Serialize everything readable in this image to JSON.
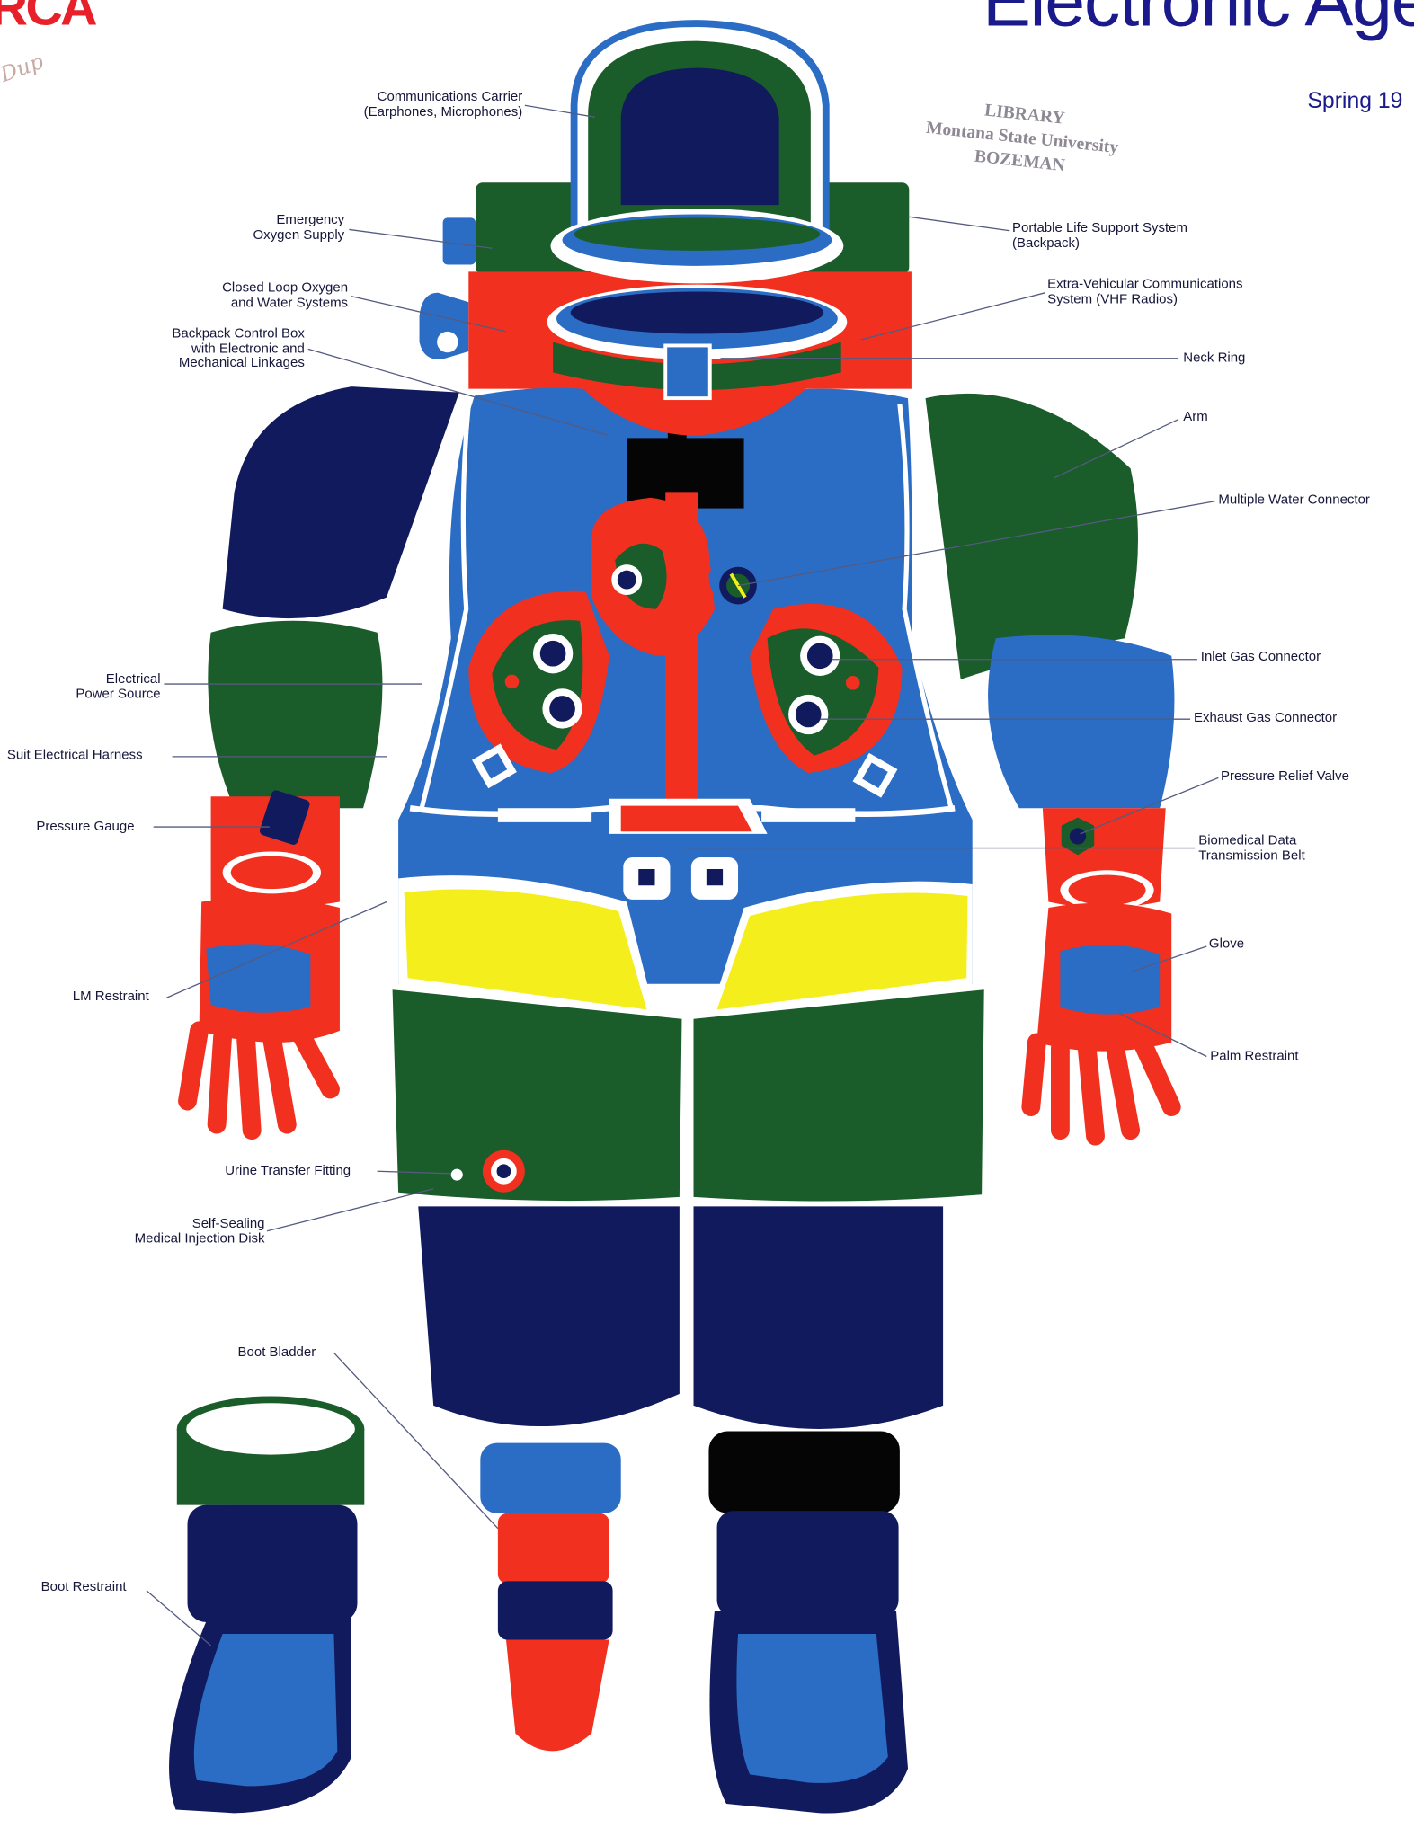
{
  "header": {
    "logo": "RCA",
    "magazine_title": "Electronic Age",
    "issue": "Spring 19"
  },
  "stamp": {
    "line1": "LIBRARY",
    "line2": "Montana State University",
    "line3": "BOZEMAN"
  },
  "scribble": "Dup",
  "labels": {
    "communications_carrier": [
      "Communications Carrier",
      "(Earphones, Microphones)"
    ],
    "emergency_oxygen": [
      "Emergency",
      "Oxygen Supply"
    ],
    "closed_loop": [
      "Closed Loop Oxygen",
      "and Water Systems"
    ],
    "backpack_control": [
      "Backpack Control Box",
      "with Electronic and",
      "Mechanical Linkages"
    ],
    "electrical_power": [
      "Electrical",
      "Power Source"
    ],
    "suit_harness": "Suit Electrical Harness",
    "pressure_gauge": "Pressure Gauge",
    "lm_restraint": "LM Restraint",
    "urine_fitting": "Urine Transfer Fitting",
    "injection_disk": [
      "Self-Sealing",
      "Medical Injection Disk"
    ],
    "boot_bladder": "Boot Bladder",
    "boot_restraint": "Boot Restraint",
    "plss": [
      "Portable Life Support System",
      "(Backpack)"
    ],
    "ev_comm": [
      "Extra-Vehicular Communications",
      "System (VHF Radios)"
    ],
    "neck_ring": "Neck Ring",
    "arm": "Arm",
    "water_connector": "Multiple Water Connector",
    "inlet_gas": "Inlet Gas Connector",
    "exhaust_gas": "Exhaust Gas Connector",
    "relief_valve": "Pressure Relief Valve",
    "biomed_belt": [
      "Biomedical Data",
      "Transmission Belt"
    ],
    "glove": "Glove",
    "palm_restraint": "Palm Restraint"
  },
  "colors": {
    "navy": "#101a5c",
    "blue": "#2b6cc4",
    "green": "#1a5c2a",
    "red": "#f2301f",
    "yellow": "#f5ee1d",
    "black": "#050505"
  }
}
